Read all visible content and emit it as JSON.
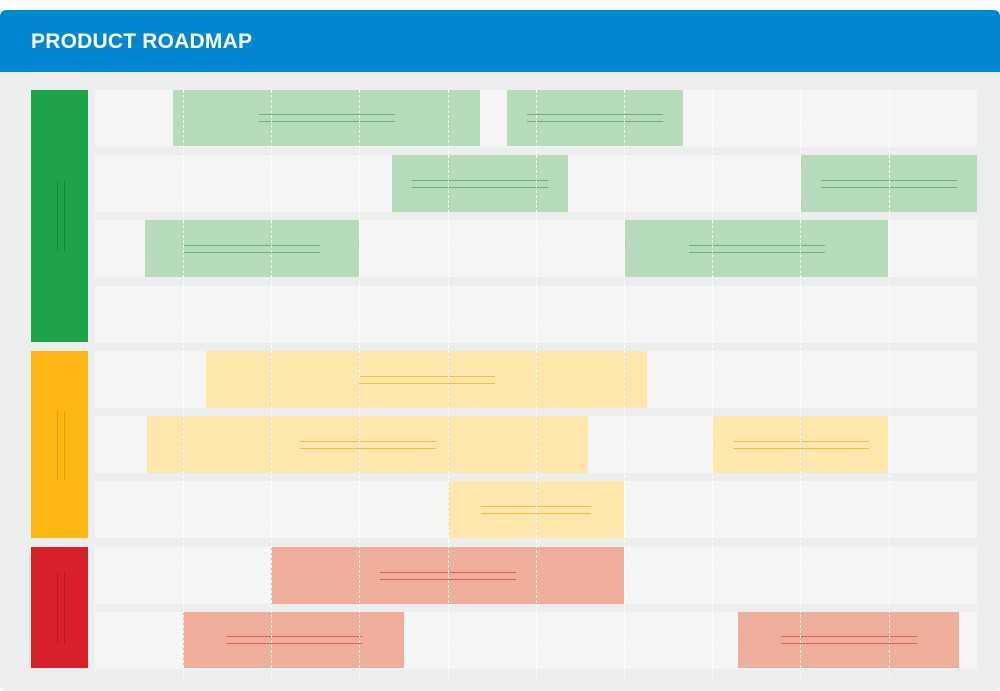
{
  "header": {
    "title": "PRODUCT ROADMAP"
  },
  "groups": [
    {
      "name": "green",
      "color": "#1fa349"
    },
    {
      "name": "yellow",
      "color": "#fdb813"
    },
    {
      "name": "red",
      "color": "#d9202a"
    }
  ],
  "bar_colors": {
    "green": "#b5dbba",
    "yellow": "#fee6ac",
    "red": "#eeae9b"
  }
}
